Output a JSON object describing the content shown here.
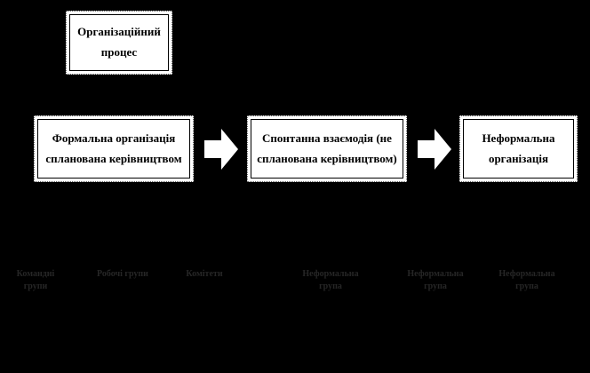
{
  "diagram": {
    "background_color": "#000000",
    "box_fill_color": "#ffffff",
    "box_border_color": "#000000",
    "arrow_color": "#ffffff",
    "faint_label_color": "#262626",
    "boxes": {
      "process": {
        "text": "Організаційний процес"
      },
      "formal": {
        "text": "Формальна організація спланована керівництвом"
      },
      "spontaneous": {
        "text": "Спонтанна взаємодія (не спланована керівництвом)"
      },
      "informal": {
        "text": "Неформальна організація"
      }
    },
    "group_labels": [
      {
        "label": "Командні групи"
      },
      {
        "label": "Робочі групи"
      },
      {
        "label": "Комітети"
      },
      {
        "label": "Неформальна група"
      },
      {
        "label": "Неформальна група"
      },
      {
        "label": "Неформальна група"
      }
    ]
  }
}
